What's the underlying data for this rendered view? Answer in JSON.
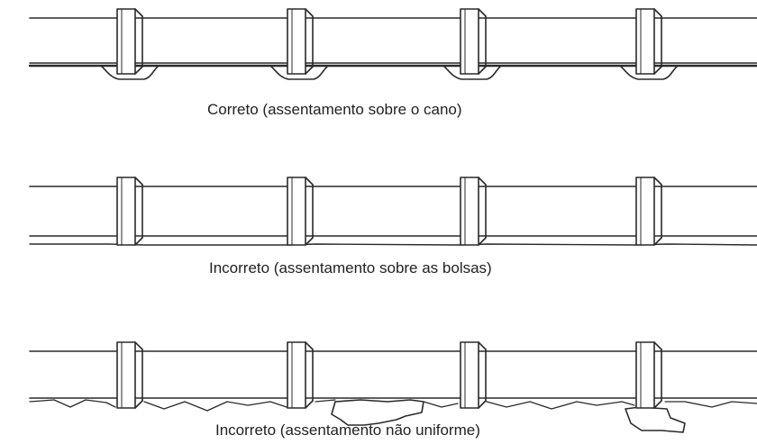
{
  "captions": {
    "correct": "Correto (assentamento sobre o cano)",
    "incorrect_bells": "Incorreto (assentamento sobre as bolsas)",
    "incorrect_nonuniform": "Incorreto (assentamento não uniforme)"
  },
  "colors": {
    "line": "#2a2a2a",
    "background": "#ffffff"
  }
}
